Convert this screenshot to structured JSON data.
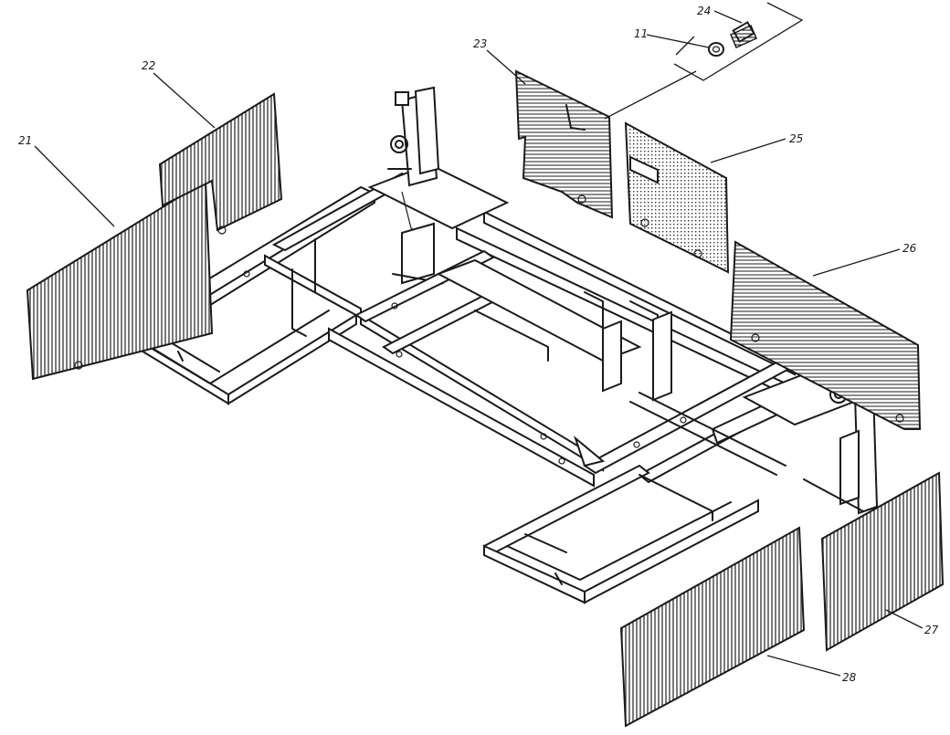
{
  "colors": {
    "ink": "#1a1a1a",
    "paper": "#ffffff"
  },
  "callouts": [
    {
      "id": "c21",
      "label": "21"
    },
    {
      "id": "c22",
      "label": "22"
    },
    {
      "id": "c23",
      "label": "23"
    },
    {
      "id": "c24",
      "label": "24"
    },
    {
      "id": "c11",
      "label": "11"
    },
    {
      "id": "c25",
      "label": "25"
    },
    {
      "id": "c26",
      "label": "26"
    },
    {
      "id": "c27",
      "label": "27"
    },
    {
      "id": "c28",
      "label": "28"
    }
  ]
}
